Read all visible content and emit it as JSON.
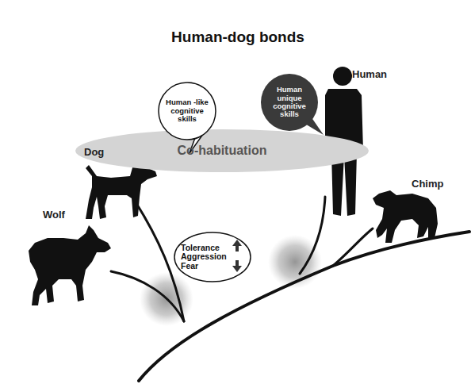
{
  "diagram": {
    "title": "Human-dog bonds",
    "nodes": [
      {
        "text": [
          "Co-habituation"
        ]
      },
      {
        "text": [
          "Human -like cognitive skills"
        ]
      },
      {
        "text": [
          "Human unique cognitive skills"
        ]
      },
      {
        "text": [
          "Tolerance",
          "Aggression Fear"
        ]
      }
    ],
    "labels": [
      "Dog",
      "Wolf",
      "Human",
      "Chimp"
    ]
  }
}
